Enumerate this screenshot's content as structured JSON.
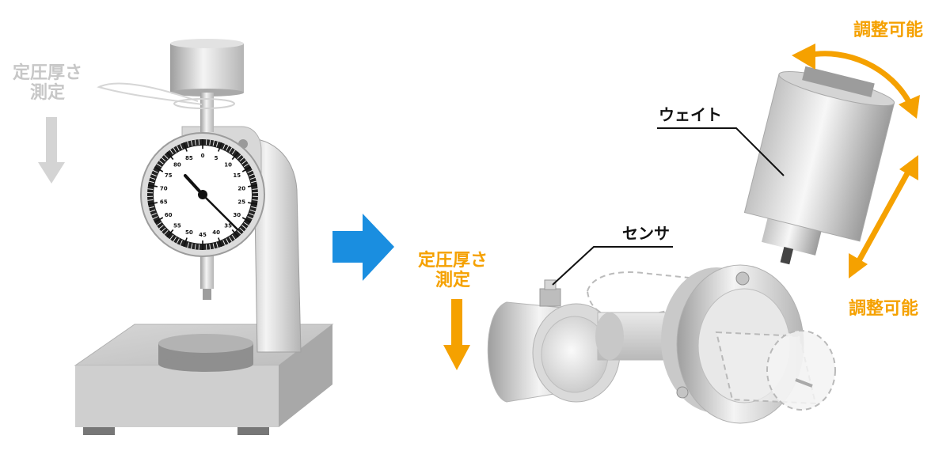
{
  "labels": {
    "left_measure_line1": "定圧厚さ",
    "left_measure_line2": "測定",
    "right_measure_line1": "定圧厚さ",
    "right_measure_line2": "測定",
    "weight": "ウェイト",
    "sensor": "センサ",
    "adjustable_top": "調整可能",
    "adjustable_bottom": "調整可能"
  },
  "dial": {
    "ticks": [
      "0",
      "5",
      "10",
      "15",
      "20",
      "25",
      "30",
      "35",
      "40",
      "45",
      "50",
      "55",
      "60",
      "65",
      "70",
      "75",
      "80",
      "85"
    ]
  },
  "colors": {
    "orange": "#f5a100",
    "gray_label": "#c7c7c7",
    "arrow_blue": "#1a8ee0",
    "metal_light": "#f2f2f2",
    "metal_dark": "#a9a9a9"
  }
}
